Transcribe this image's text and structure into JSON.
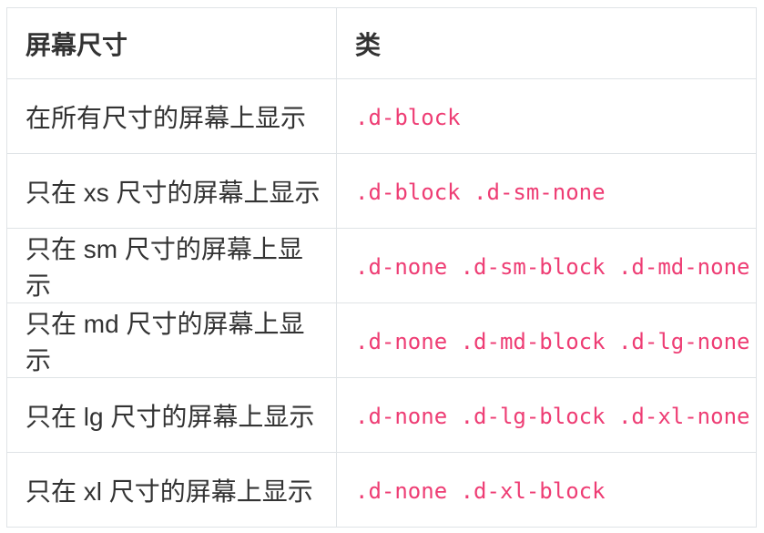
{
  "colors": {
    "code": "#ee3d74",
    "text": "#333333",
    "border": "#dfe3e6"
  },
  "table": {
    "header": {
      "screen_size": "屏幕尺寸",
      "class": "类"
    },
    "rows": [
      {
        "screen_size": "在所有尺寸的屏幕上显示",
        "classes": ".d-block"
      },
      {
        "screen_size": "只在 xs 尺寸的屏幕上显示",
        "classes": ".d-block .d-sm-none"
      },
      {
        "screen_size": "只在 sm 尺寸的屏幕上显示",
        "classes": ".d-none .d-sm-block .d-md-none"
      },
      {
        "screen_size": "只在 md 尺寸的屏幕上显示",
        "classes": ".d-none .d-md-block .d-lg-none"
      },
      {
        "screen_size": "只在 lg 尺寸的屏幕上显示",
        "classes": ".d-none .d-lg-block .d-xl-none"
      },
      {
        "screen_size": "只在 xl 尺寸的屏幕上显示",
        "classes": ".d-none .d-xl-block"
      }
    ]
  }
}
